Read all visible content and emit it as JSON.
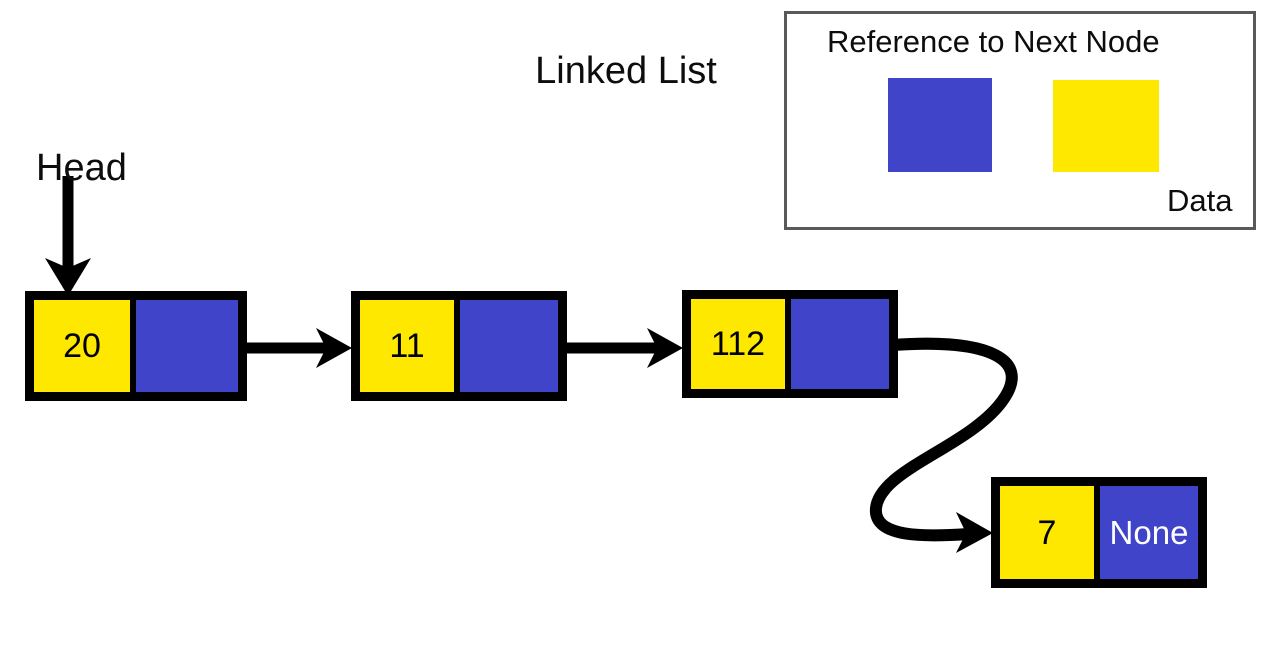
{
  "title": "Linked List",
  "head": {
    "label": "Head"
  },
  "nodes": [
    {
      "data": "20",
      "next": ""
    },
    {
      "data": "11",
      "next": ""
    },
    {
      "data": "112",
      "next": ""
    },
    {
      "data": "7",
      "next": "None"
    }
  ],
  "legend": {
    "next_label": "Reference to Next Node",
    "data_label": "Data",
    "next_swatch_name": "blue-square",
    "data_swatch_name": "yellow-square"
  },
  "colors": {
    "data_cell": "#FFE800",
    "next_cell": "#4044C8",
    "node_border": "#000000",
    "legend_border": "#595959",
    "text": "#0D0D0D",
    "none_text": "#FFFFFF",
    "background": "#FFFFFF"
  },
  "diagram": {
    "type": "linked-list",
    "node_count": 4,
    "arrows": [
      {
        "name": "head-arrow",
        "from": "head-label",
        "to": "node-1",
        "style": "straight-down"
      },
      {
        "name": "node1-to-node2",
        "from": "node-1-next",
        "to": "node-2",
        "style": "straight-right"
      },
      {
        "name": "node2-to-node3",
        "from": "node-2-next",
        "to": "node-3",
        "style": "straight-right"
      },
      {
        "name": "node3-to-node4",
        "from": "node-3-next",
        "to": "node-4",
        "style": "s-curve"
      },
      {
        "name": "legend-next-arrow",
        "from": "legend-swatch-next",
        "to": "legend-label-next",
        "style": "curve-up-left"
      },
      {
        "name": "legend-data-arrow",
        "from": "legend-swatch-data",
        "to": "legend-label-data",
        "style": "curve-down-right"
      }
    ]
  }
}
